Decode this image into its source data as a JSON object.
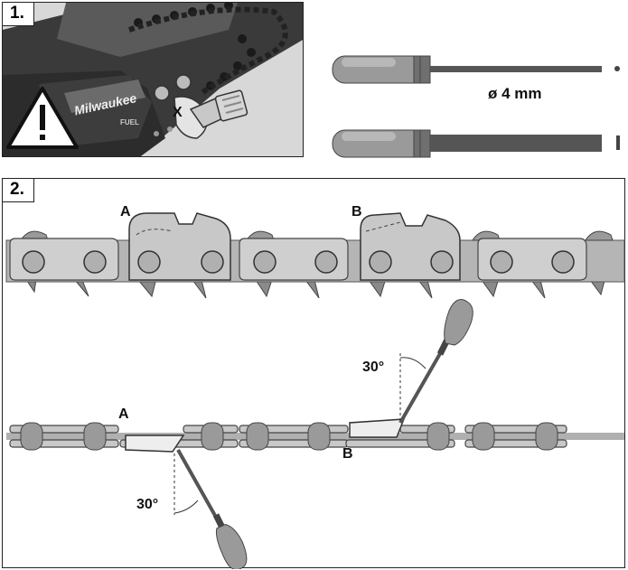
{
  "steps": [
    {
      "label": "1."
    },
    {
      "label": "2."
    }
  ],
  "panel1": {
    "brand_text": "Milwaukee",
    "fuel_text": "FUEL",
    "cross_mark": "X"
  },
  "file_info": {
    "diameter_label": "ø 4 mm"
  },
  "chain_diagram": {
    "cutter_a_label": "A",
    "cutter_b_label": "B"
  },
  "side_view": {
    "cutter_a_label": "A",
    "cutter_b_label": "B",
    "angle_top_label": "30°",
    "angle_bottom_label": "30°"
  },
  "colors": {
    "chain_grey": "#aaaaaa",
    "chain_dark": "#888888",
    "file_handle": "#9a9a9a",
    "photo_dark": "#2a2a2a"
  }
}
